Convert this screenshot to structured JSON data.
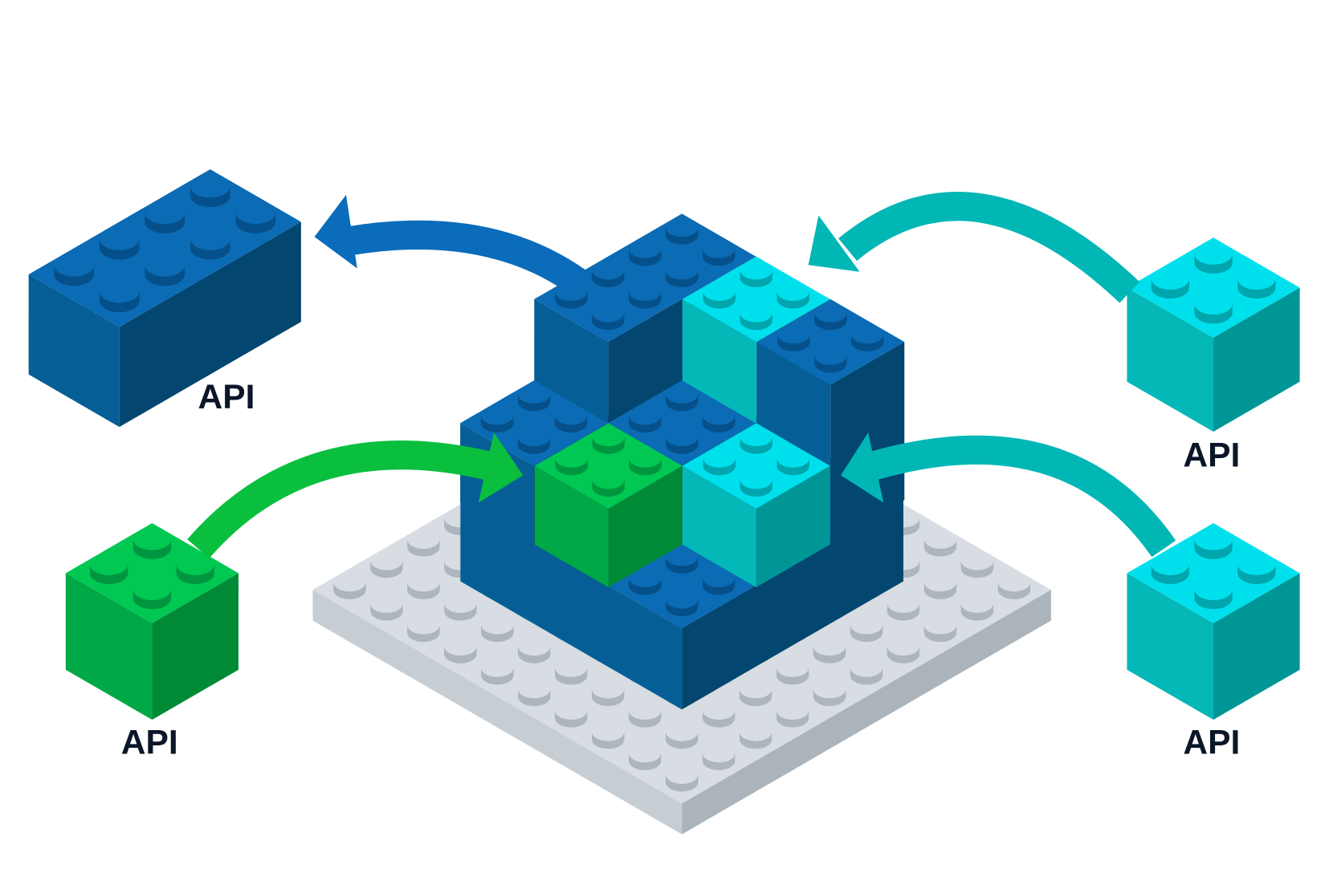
{
  "labels": {
    "blue_brick": "API",
    "green_brick": "API",
    "cyan_top_brick": "API",
    "cyan_bottom_brick": "API"
  },
  "colors": {
    "blue": {
      "top": "#0b6bb5",
      "left": "#055f96",
      "right": "#03466f",
      "stud": "#05508a"
    },
    "cyan": {
      "top": "#00e0ec",
      "left": "#05b8b8",
      "right": "#009696",
      "stud": "#00a5ad"
    },
    "green": {
      "top": "#00c853",
      "left": "#00a846",
      "right": "#008a36",
      "stud": "#009640"
    },
    "plate": {
      "top": "#d7dde2",
      "left": "#c6ced4",
      "right": "#aab4ba",
      "stud": "#adb6bc"
    },
    "arrow_blue": "#0a6cba",
    "arrow_cyan": "#00b7b5",
    "arrow_green": "#0bbf3e",
    "label": "#0b1628"
  }
}
